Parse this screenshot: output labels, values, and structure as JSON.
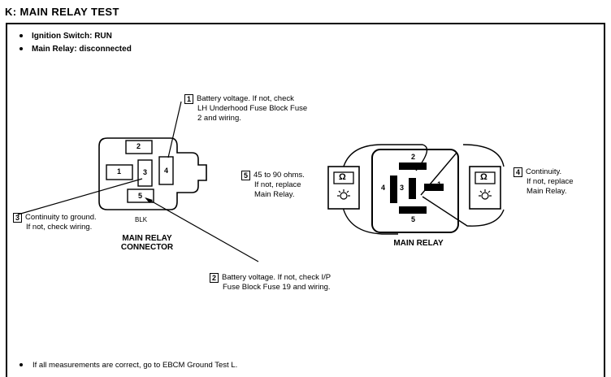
{
  "title": "K:  MAIN RELAY TEST",
  "conditions": [
    "Ignition Switch:  RUN",
    "Main Relay:  disconnected"
  ],
  "connector": {
    "label_line1": "MAIN RELAY",
    "label_line2": "CONNECTOR",
    "wire_color": "BLK",
    "pins": [
      "1",
      "2",
      "3",
      "4",
      "5"
    ]
  },
  "relay": {
    "label": "MAIN RELAY",
    "pins": [
      "2",
      "4",
      "3",
      "1",
      "5"
    ]
  },
  "steps": [
    {
      "num": "1",
      "lines": [
        "Battery voltage.  If not, check",
        "LH Underhood Fuse Block Fuse",
        "2 and wiring."
      ]
    },
    {
      "num": "2",
      "lines": [
        "Battery voltage.  If not, check I/P",
        "Fuse Block Fuse 19 and wiring."
      ]
    },
    {
      "num": "3",
      "lines": [
        "Continuity to ground.",
        "If not, check wiring."
      ]
    },
    {
      "num": "4",
      "lines": [
        "Continuity.",
        "If not, replace",
        "Main Relay."
      ]
    },
    {
      "num": "5",
      "lines": [
        "45 to 90 ohms.",
        "If not, replace",
        "Main Relay."
      ]
    }
  ],
  "meter_symbol": "Ω",
  "footer": "If all measurements are correct, go to EBCM Ground Test L."
}
